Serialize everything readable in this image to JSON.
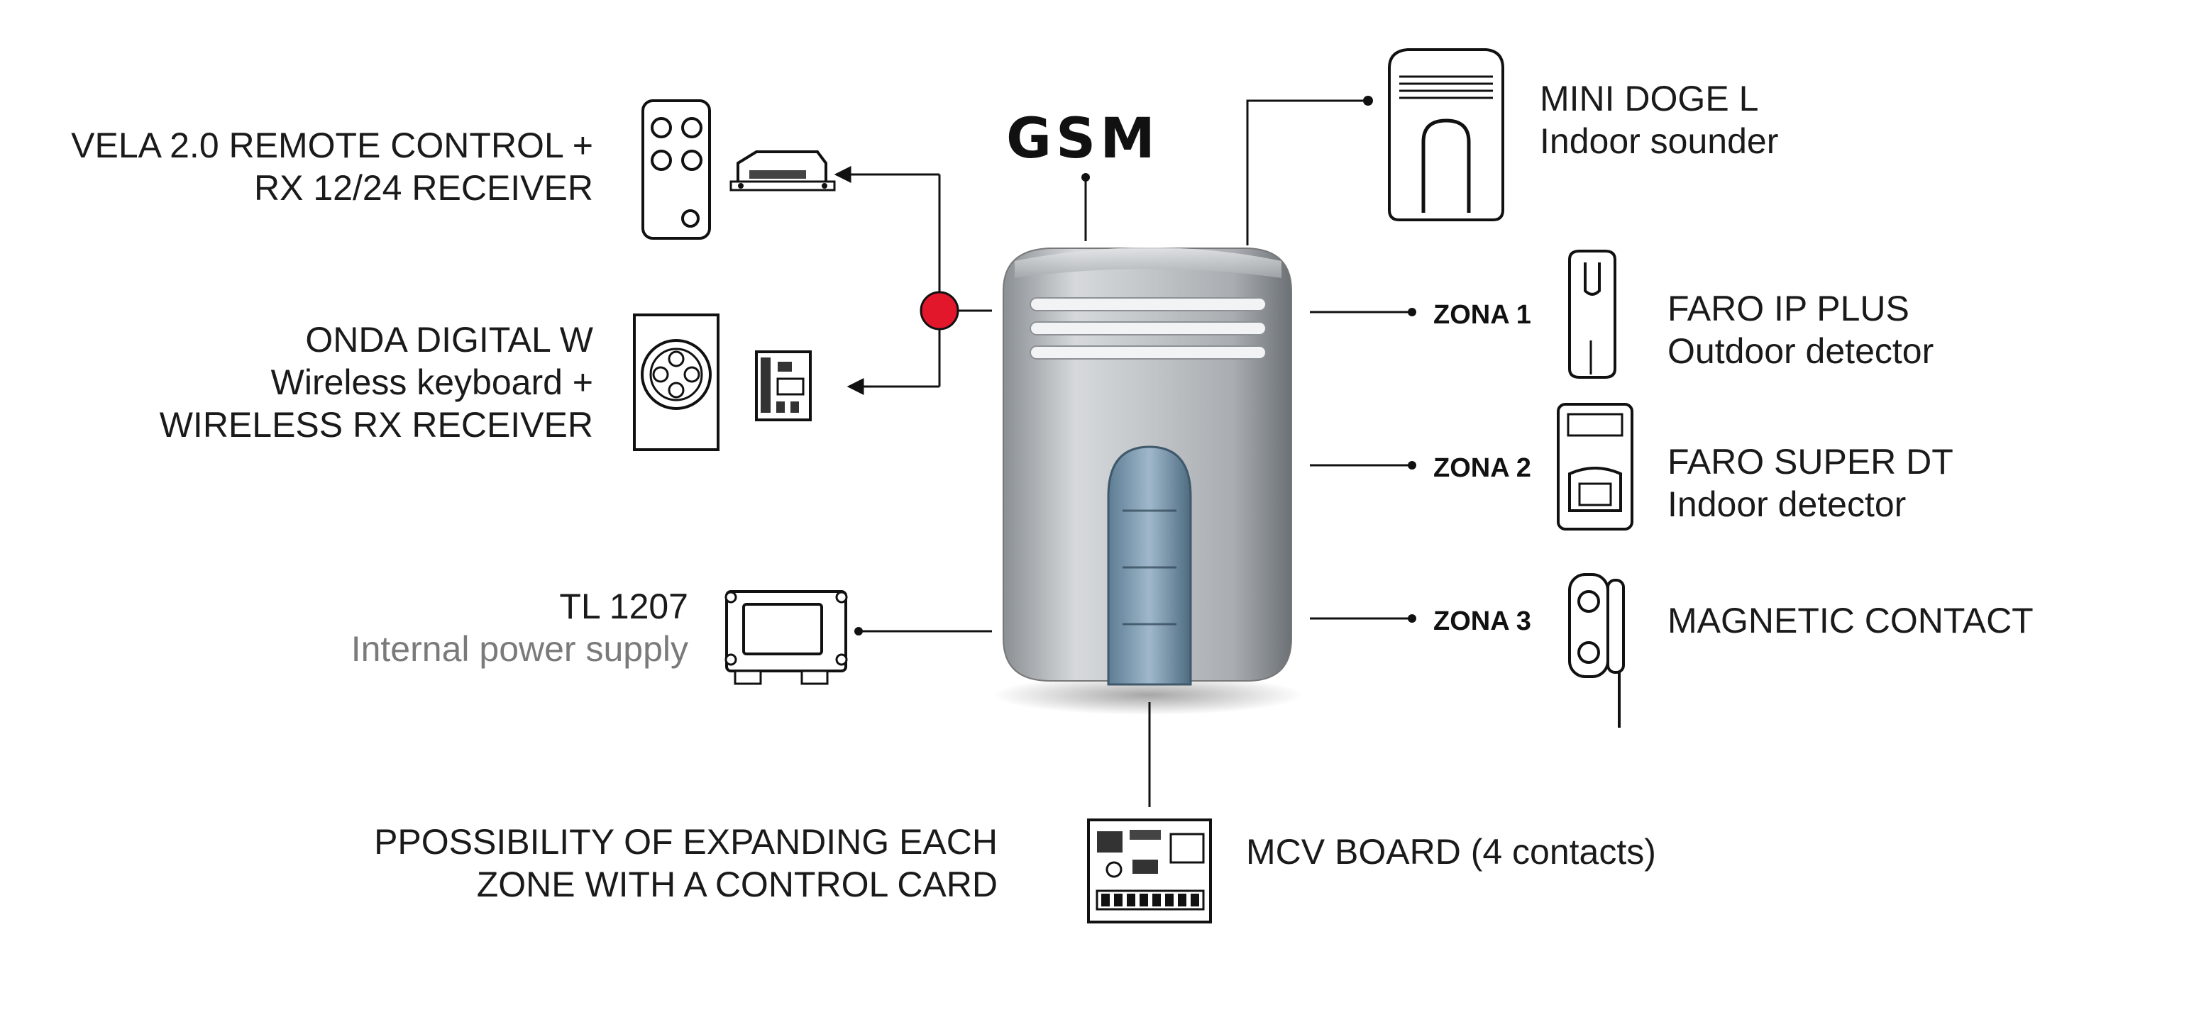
{
  "labels": {
    "gsm": "GSM",
    "vela_line1": "VELA 2.0 REMOTE CONTROL +",
    "vela_line2": "RX 12/24 RECEIVER",
    "onda_line1": "ONDA DIGITAL W",
    "onda_line2": "Wireless keyboard +",
    "onda_line3": "WIRELESS RX RECEIVER",
    "tl_line1": "TL 1207",
    "tl_line2": "Internal power supply",
    "expand_line1": "PPOSSIBILITY OF EXPANDING EACH",
    "expand_line2": "ZONE WITH A CONTROL CARD",
    "mcv": "MCV BOARD (4 contacts)",
    "mini_line1": "MINI DOGE L",
    "mini_line2": "Indoor sounder",
    "zona1": "ZONA 1",
    "zona2": "ZONA 2",
    "zona3": "ZONA 3",
    "faro_ip_line1": "FARO IP PLUS",
    "faro_ip_line2": "Outdoor detector",
    "faro_dt_line1": "FARO SUPER DT",
    "faro_dt_line2": "Indoor detector",
    "magnetic": "MAGNETIC CONTACT"
  },
  "colors": {
    "junction_red": "#e3172b",
    "line": "#111111",
    "grey_text": "#7a7a7a"
  },
  "icons": {
    "central_unit": "gsm-alarm-unit",
    "remote": "remote-control-icon",
    "receiver": "rx-receiver-icon",
    "keyboard": "wireless-keyboard-icon",
    "power_supply": "power-supply-icon",
    "sounder": "indoor-sounder-icon",
    "detector_outdoor": "outdoor-detector-icon",
    "detector_indoor": "indoor-detector-icon",
    "magnetic_contact": "magnetic-contact-icon",
    "mcv_board": "mcv-board-icon"
  }
}
